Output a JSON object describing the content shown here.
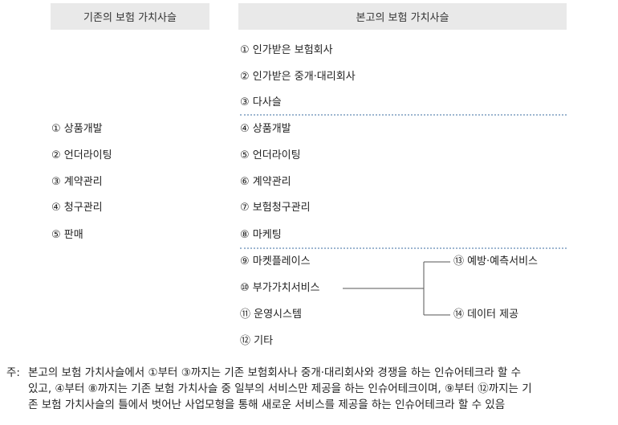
{
  "headers": {
    "left": "기존의 보험 가치사슬",
    "right": "본고의 보험 가치사슬"
  },
  "left_column": [
    "① 상품개발",
    "② 언더라이팅",
    "③ 계약관리",
    "④ 청구관리",
    "⑤ 판매"
  ],
  "right_column": {
    "group1": [
      "① 인가받은 보험회사",
      "② 인가받은 중개·대리회사",
      "③ 다사슬"
    ],
    "group2": [
      "④ 상품개발",
      "⑤ 언더라이팅",
      "⑥ 계약관리",
      "⑦ 보험청구관리",
      "⑧ 마케팅"
    ],
    "group3": [
      "⑨ 마켓플레이스",
      "⑩ 부가가치서비스",
      "⑪ 운영시스템",
      "⑫ 기타"
    ]
  },
  "branch": {
    "top": "⑬ 예방·예측서비스",
    "bottom": "⑭ 데이터 제공"
  },
  "note": {
    "prefix": "주:",
    "line1": "본고의 보험 가치사슬에서 ①부터 ③까지는 기존 보험회사나 중개·대리회사와 경쟁을 하는 인슈어테크라 할 수",
    "line2": "있고, ④부터 ⑧까지는 기존 보험 가치사슬 중 일부의 서비스만 제공을 하는 인슈어테크이며, ⑨부터 ⑫까지는 기",
    "line3": "존 보험 가치사슬의 틀에서 벗어난 사업모형을 통해 새로운 서비스를 제공을 하는 인슈어테크라 할 수 있음"
  },
  "colors": {
    "header_bg": "#e9e9e9",
    "separator": "#9db6d0",
    "connector": "#555555"
  }
}
